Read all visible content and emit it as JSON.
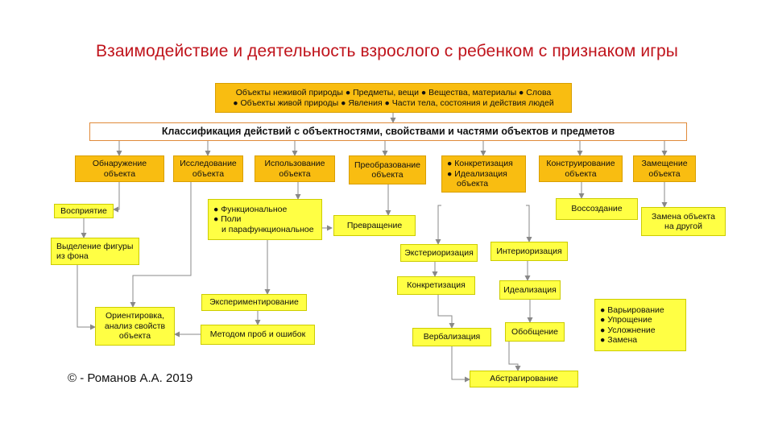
{
  "title": "Взаимодействие и деятельность взрослого с ребенком с признаком игры",
  "top_box": {
    "line1": "Объекты неживой природы ● Предметы, вещи ● Вещества, материалы ● Слова",
    "line2": "● Объекты живой природы ● Явления ● Части тела, состояния и действия людей"
  },
  "classification": "Классификация действий с объектностями, свойствами и частями объектов и предметов",
  "categories": {
    "detection": [
      "Обнаружение",
      "объекта"
    ],
    "research": [
      "Исследование",
      "объекта"
    ],
    "use": [
      "Использование",
      "объекта"
    ],
    "transform": [
      "Преобразование",
      "объекта"
    ],
    "concretization": [
      "● Конкретизация",
      "● Идеализация",
      "объекта"
    ],
    "construct": [
      "Конструирование",
      "объекта"
    ],
    "substitute": [
      "Замещение",
      "объекта"
    ]
  },
  "nodes": {
    "perception": "Восприятие",
    "figure": [
      "Выделение фигуры",
      "из фона"
    ],
    "orientation": [
      "Ориентировка,",
      "анализ свойств",
      "объекта"
    ],
    "functional": [
      "● Функциональное",
      "● Поли",
      "и парафункциональное"
    ],
    "conversion": "Превращение",
    "experiment": "Экспериментирование",
    "trial": "Методом проб и ошибок",
    "exteriorization": "Экстериоризация",
    "interiorization": "Интериоризация",
    "concretization2": "Конкретизация",
    "idealization": "Идеализация",
    "verbalization": "Вербализация",
    "generalization": "Обобщение",
    "abstraction": "Абстрагирование",
    "recreation": "Воссоздание",
    "replacement": [
      "Замена объекта",
      "на другой"
    ],
    "variation": [
      "● Варьирование",
      "● Упрощение",
      "● Усложнение",
      "● Замена"
    ]
  },
  "colors": {
    "title": "#c0141c",
    "orange": "#f9bd11",
    "yellow": "#ffff44",
    "border": "#e08a3a"
  },
  "copyright": "© - Романов А.А.  2019"
}
